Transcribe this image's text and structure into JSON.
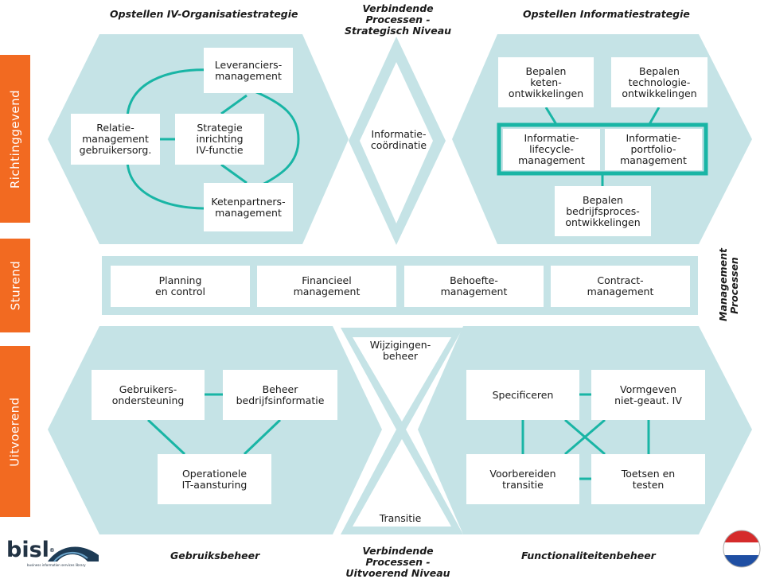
{
  "colors": {
    "hexagon": "#c5e3e6",
    "connector": "#19b5a5",
    "band": "#f26a21",
    "highlight": "#19b5a5"
  },
  "titles": {
    "top_left": "Opstellen IV-Organisatiestrategie",
    "top_center": "Verbindende Processen -\nStrategisch Niveau",
    "top_right": "Opstellen Informatiestrategie",
    "bottom_left": "Gebruiksbeheer",
    "bottom_center": "Verbindende Processen -\nUitvoerend Niveau",
    "bottom_right": "Functionaliteitenbeheer",
    "side_right": "Management\nProcessen"
  },
  "bands": {
    "top": "Richtinggevend",
    "middle": "Sturend",
    "bottom": "Uitvoerend"
  },
  "boxes": {
    "leveranciers": "Leveranciers-\nmanagement",
    "relatie": "Relatie-\nmanagement\ngebruikersorg.",
    "strategie": "Strategie\ninrichting\nIV-functie",
    "ketenpartners": "Ketenpartners-\nmanagement",
    "informatie_coordinatie": "Informatie-\ncoördinatie",
    "keten": "Bepalen\nketen-\nontwikkelingen",
    "technologie": "Bepalen\ntechnologie-\nontwikkelingen",
    "lifecycle": "Informatie-\nlifecycle-\nmanagement",
    "portfolio": "Informatie-\nportfolio-\nmanagement",
    "bedrijfsproces": "Bepalen\nbedrijfsproces-\nontwikkelingen",
    "planning": "Planning\nen control",
    "financieel": "Financieel\nmanagement",
    "behoefte": "Behoefte-\nmanagement",
    "contract": "Contract-\nmanagement",
    "gebruikers": "Gebruikers-\nondersteuning",
    "beheer": "Beheer\nbedrijfsinformatie",
    "operationele": "Operationele\nIT-aansturing",
    "wijzigingen": "Wijzigingen-\nbeheer",
    "transitie": "Transitie",
    "specificeren": "Specificeren",
    "vormgeven": "Vormgeven\nniet-geaut. IV",
    "voorbereiden": "Voorbereiden\ntransitie",
    "toetsen": "Toetsen en\ntesten"
  },
  "logo": {
    "text": "bisl",
    "mark": "®",
    "sub": "business information services library"
  },
  "flag_icon": "netherlands-flag-icon"
}
